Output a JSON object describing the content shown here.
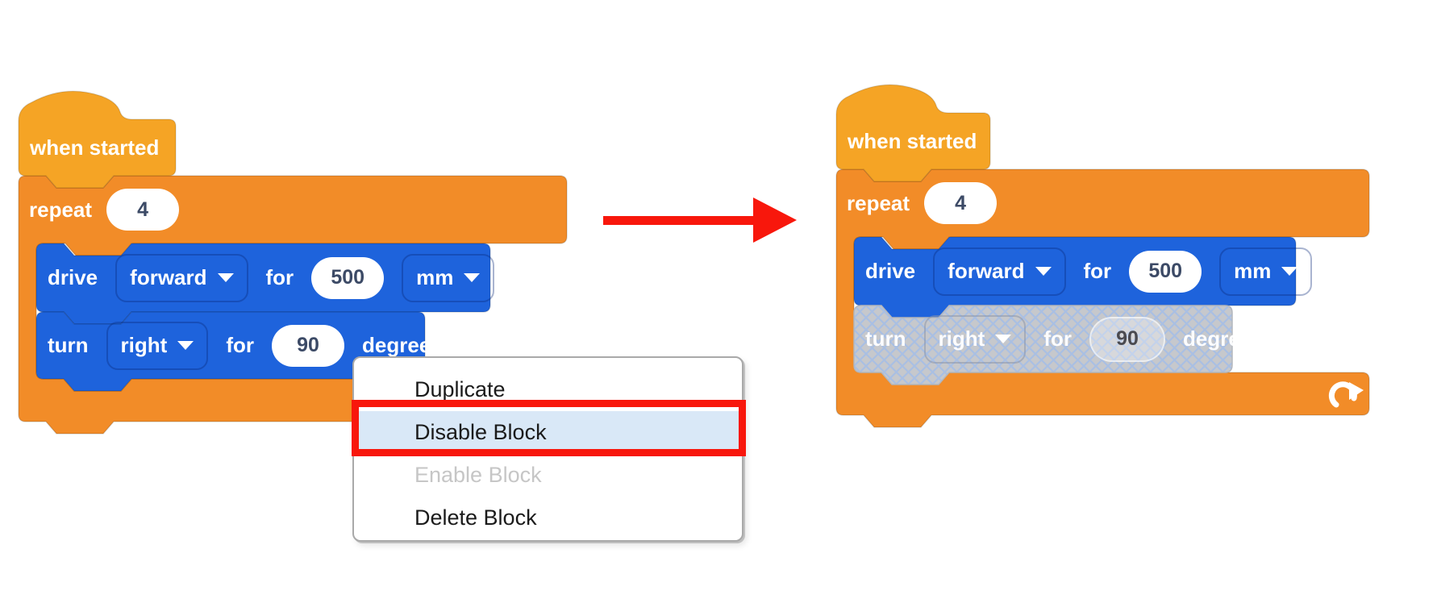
{
  "colors": {
    "hat_gold": "#F5A425",
    "block_orange": "#F28C28",
    "block_blue": "#1E63DC",
    "disabled_base": "#C6C8CC",
    "disabled_hatch": "#A9BFE3",
    "accent_red": "#F8170C",
    "menu_highlight": "#D9E8F7",
    "number_text": "#3C4A66",
    "menu_text": "#1B1B1B",
    "menu_disabled_text": "#C6C6C6"
  },
  "left_stack": {
    "hat_label": "when started",
    "repeat": {
      "label": "repeat",
      "count": "4"
    },
    "drive": {
      "label": "drive",
      "direction": "forward",
      "for": "for",
      "value": "500",
      "unit": "mm"
    },
    "turn": {
      "label": "turn",
      "direction": "right",
      "for": "for",
      "value": "90",
      "unit": "degrees",
      "state": "enabled"
    }
  },
  "right_stack": {
    "hat_label": "when started",
    "repeat": {
      "label": "repeat",
      "count": "4"
    },
    "drive": {
      "label": "drive",
      "direction": "forward",
      "for": "for",
      "value": "500",
      "unit": "mm"
    },
    "turn": {
      "label": "turn",
      "direction": "right",
      "for": "for",
      "value": "90",
      "unit": "degrees",
      "state": "disabled"
    }
  },
  "context_menu": {
    "items": [
      {
        "label": "Duplicate",
        "state": "normal"
      },
      {
        "label": "Disable Block",
        "state": "selected"
      },
      {
        "label": "Enable Block",
        "state": "disabled"
      },
      {
        "label": "Delete Block",
        "state": "normal"
      }
    ]
  },
  "icons": {
    "loop_arrow": "loop-arrow",
    "caret_down": "caret-down"
  },
  "arrow": {
    "direction": "right"
  }
}
